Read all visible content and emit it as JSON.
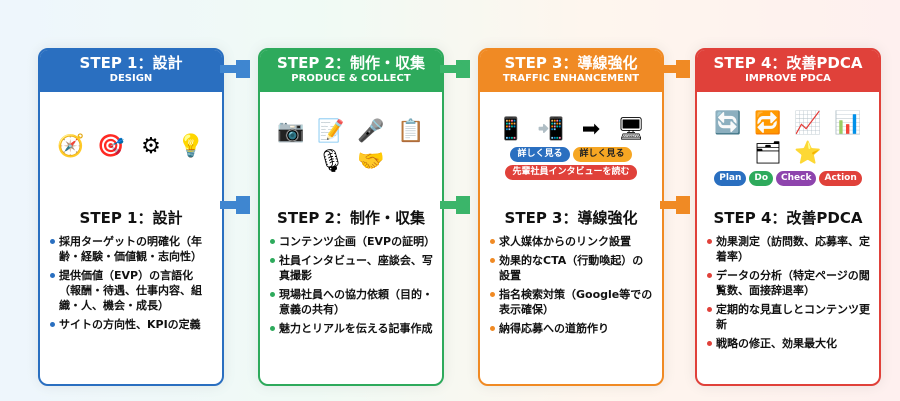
{
  "steps": [
    {
      "header": "STEP 1：設計",
      "sub": "DESIGN",
      "title": "STEP 1：設計",
      "color": "#2a6fc0",
      "icons": [
        "🧭",
        "🎯",
        "⚙",
        "💡"
      ],
      "bullets": [
        "採用ターゲットの明確化（年齢・経験・価値観・志向性）",
        "提供価値（EVP）の言語化（報酬・待遇、仕事内容、組織・人、機会・成長）",
        "サイトの方向性、KPIの定義"
      ]
    },
    {
      "header": "STEP 2：制作・収集",
      "sub": "PRODUCE & COLLECT",
      "title": "STEP 2：制作・収集",
      "color": "#2eaa5c",
      "icons": [
        "📷",
        "📝",
        "🎤",
        "📋",
        "🎙",
        "🤝"
      ],
      "bullets": [
        "コンテンツ企画（EVPの証明）",
        "社員インタビュー、座談会、写真撮影",
        "現場社員への協力依頼（目的・意義の共有）",
        "魅力とリアルを伝える記事作成"
      ]
    },
    {
      "header": "STEP 3：導線強化",
      "sub": "TRAFFIC ENHANCEMENT",
      "title": "STEP 3：導線強化",
      "color": "#f08a24",
      "icons": [
        "📱",
        "📲",
        "➡",
        "🖥"
      ],
      "buttons": [
        "詳しく見る",
        "詳しく見る",
        "先輩社員インタビューを読む"
      ],
      "bullets": [
        "求人媒体からのリンク設置",
        "効果的なCTA（行動喚起）の設置",
        "指名検索対策（Google等での表示確保）",
        "納得応募への道筋作り"
      ]
    },
    {
      "header": "STEP 4：改善PDCA",
      "sub": "IMPROVE PDCA",
      "title": "STEP 4：改善PDCA",
      "color": "#e0413a",
      "icons": [
        "🔄",
        "🔁",
        "📈",
        "📊",
        "🗂",
        "⭐"
      ],
      "pdca": [
        "Plan",
        "Do",
        "Check",
        "Action"
      ],
      "bullets": [
        "効果測定（訪問数、応募率、定着率）",
        "データの分析（特定ページの閲覧数、面接辞退率）",
        "定期的な見直しとコンテンツ更新",
        "戦略の修正、効果最大化"
      ]
    }
  ]
}
